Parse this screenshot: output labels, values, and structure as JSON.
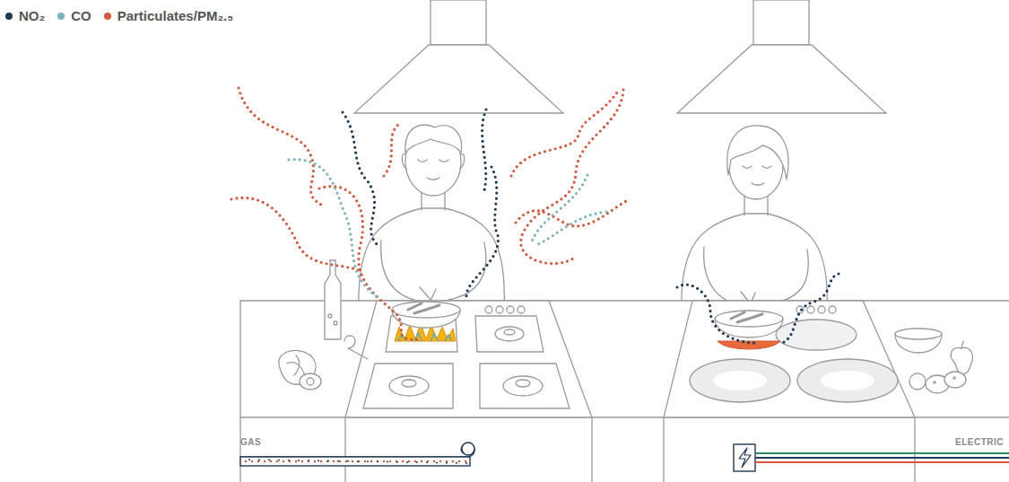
{
  "diagram": {
    "labels": [
      "GAS",
      "ELECTRIC"
    ],
    "legend": [
      {
        "text": "NO₂",
        "color": "#1f3a56"
      },
      {
        "text": "CO",
        "color": "#7fb3ba"
      },
      {
        "text": "Particulates/PM₂.₅",
        "color": "#d4573b"
      }
    ]
  }
}
